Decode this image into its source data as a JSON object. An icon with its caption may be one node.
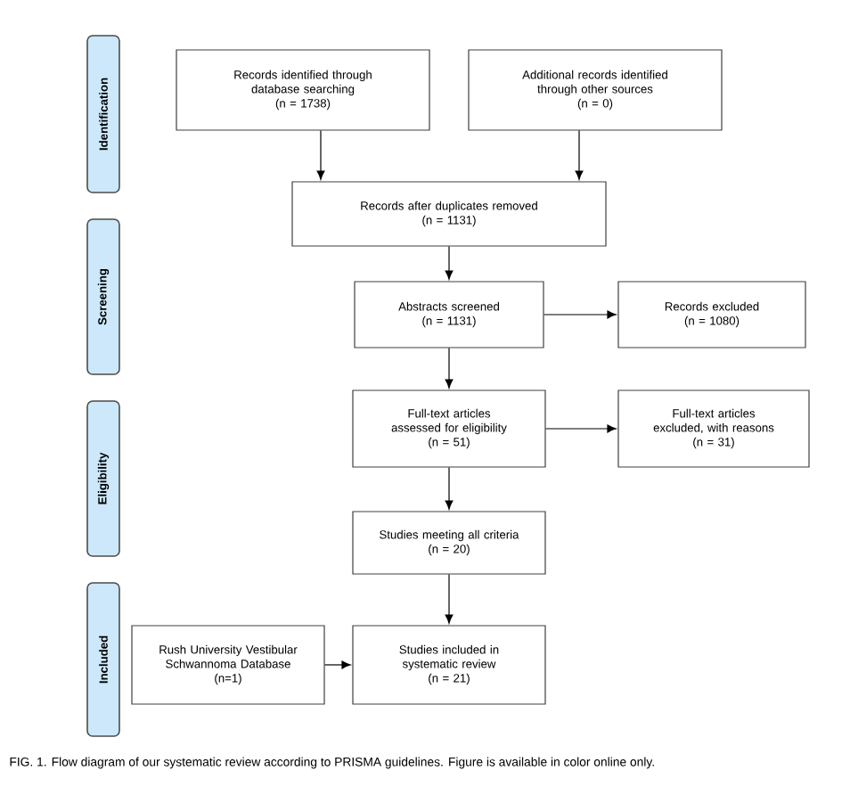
{
  "diagram": {
    "caption": "FIG. 1. Flow diagram of our systematic review according to PRISMA guidelines. Figure is available in color online only.",
    "nodes": [
      {
        "text": [
          "Identification"
        ]
      },
      {
        "text": [
          "Screening"
        ]
      },
      {
        "text": [
          "Eligibility"
        ]
      },
      {
        "text": [
          "Included"
        ]
      },
      {
        "text": [
          "Records identified through database searching",
          "(n = 1738)"
        ]
      },
      {
        "text": [
          "Additional records identified through other sources",
          "(n = 0)"
        ]
      },
      {
        "text": [
          "Records after duplicates removed",
          "(n = 1131)"
        ]
      },
      {
        "text": [
          "Abstracts screened",
          "(n = 1131)"
        ]
      },
      {
        "text": [
          "Records excluded",
          "(n = 1080)"
        ]
      },
      {
        "text": [
          "Full-text articles assessed for eligibility",
          "(n = 51)"
        ]
      },
      {
        "text": [
          "Full-text articles excluded, with reasons",
          "(n = 31)"
        ]
      },
      {
        "text": [
          "Studies meeting all criteria",
          "(n = 20)"
        ]
      },
      {
        "text": [
          "Rush University Vestibular Schwannoma Database",
          "(n=1)"
        ]
      },
      {
        "text": [
          "Studies included in systematic review",
          "(n = 21)"
        ]
      }
    ],
    "edges": [
      {
        "from": 4,
        "to": 6,
        "arrow": "to"
      },
      {
        "from": 5,
        "to": 6,
        "arrow": "to"
      },
      {
        "from": 6,
        "to": 7,
        "arrow": "to"
      },
      {
        "from": 7,
        "to": 8,
        "arrow": "to"
      },
      {
        "from": 7,
        "to": 9,
        "arrow": "to"
      },
      {
        "from": 9,
        "to": 10,
        "arrow": "to"
      },
      {
        "from": 9,
        "to": 11,
        "arrow": "to"
      },
      {
        "from": 11,
        "to": 13,
        "arrow": "to"
      },
      {
        "from": 12,
        "to": 13,
        "arrow": "to"
      }
    ]
  }
}
